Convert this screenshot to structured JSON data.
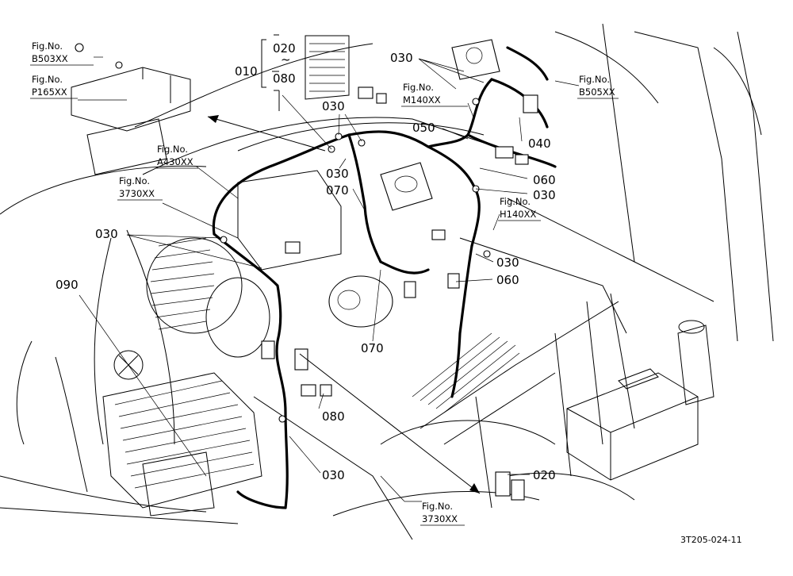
{
  "diagram": {
    "drawing_code": "3T205-024-11",
    "callouts": {
      "c010": "010",
      "c020_top": "020",
      "c080_top": "080",
      "tilde": "~",
      "c020": "020",
      "c030_a": "030",
      "c030_b": "030",
      "c030_c": "030",
      "c030_d": "030",
      "c030_e": "030",
      "c030_f": "030",
      "c030_g": "030",
      "c040": "040",
      "c050": "050",
      "c060_a": "060",
      "c060_b": "060",
      "c070_a": "070",
      "c070_b": "070",
      "c080": "080",
      "c090": "090"
    },
    "figrefs": {
      "b503": {
        "title": "Fig.No.",
        "code": "B503XX"
      },
      "p165": {
        "title": "Fig.No.",
        "code": "P165XX"
      },
      "a430": {
        "title": "Fig.No.",
        "code": "A430XX"
      },
      "r3730_a": {
        "title": "Fig.No.",
        "code": "3730XX"
      },
      "m140": {
        "title": "Fig.No.",
        "code": "M140XX"
      },
      "b505": {
        "title": "Fig.No.",
        "code": "B505XX"
      },
      "h140": {
        "title": "Fig.No.",
        "code": "H140XX"
      },
      "r3730_b": {
        "title": "Fig.No.",
        "code": "3730XX"
      }
    }
  }
}
